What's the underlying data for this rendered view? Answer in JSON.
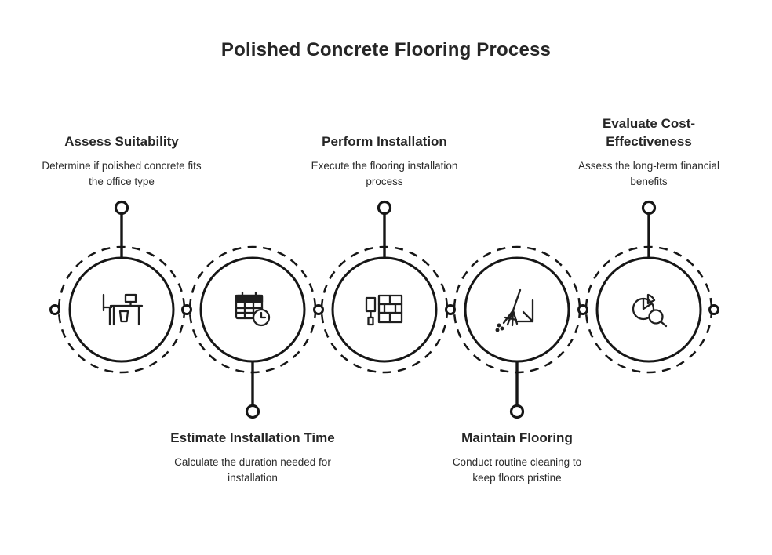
{
  "title": "Polished Concrete Flooring Process",
  "steps": [
    {
      "heading": "Assess Suitability",
      "description": "Determine if polished concrete fits the office type",
      "icon": "office-desk-icon",
      "label_position": "top"
    },
    {
      "heading": "Estimate Installation Time",
      "description": "Calculate the duration needed for installation",
      "icon": "calendar-clock-icon",
      "label_position": "bottom"
    },
    {
      "heading": "Perform Installation",
      "description": "Execute the flooring installation process",
      "icon": "paint-roller-icon",
      "label_position": "top"
    },
    {
      "heading": "Maintain Flooring",
      "description": "Conduct routine cleaning to keep floors pristine",
      "icon": "broom-icon",
      "label_position": "bottom"
    },
    {
      "heading": "Evaluate Cost-Effectiveness",
      "description": "Assess the long-term financial benefits",
      "icon": "pie-chart-magnifier-icon",
      "label_position": "top"
    }
  ],
  "colors": {
    "text": "#2b2b2b",
    "stroke": "#161616",
    "background": "#ffffff"
  }
}
